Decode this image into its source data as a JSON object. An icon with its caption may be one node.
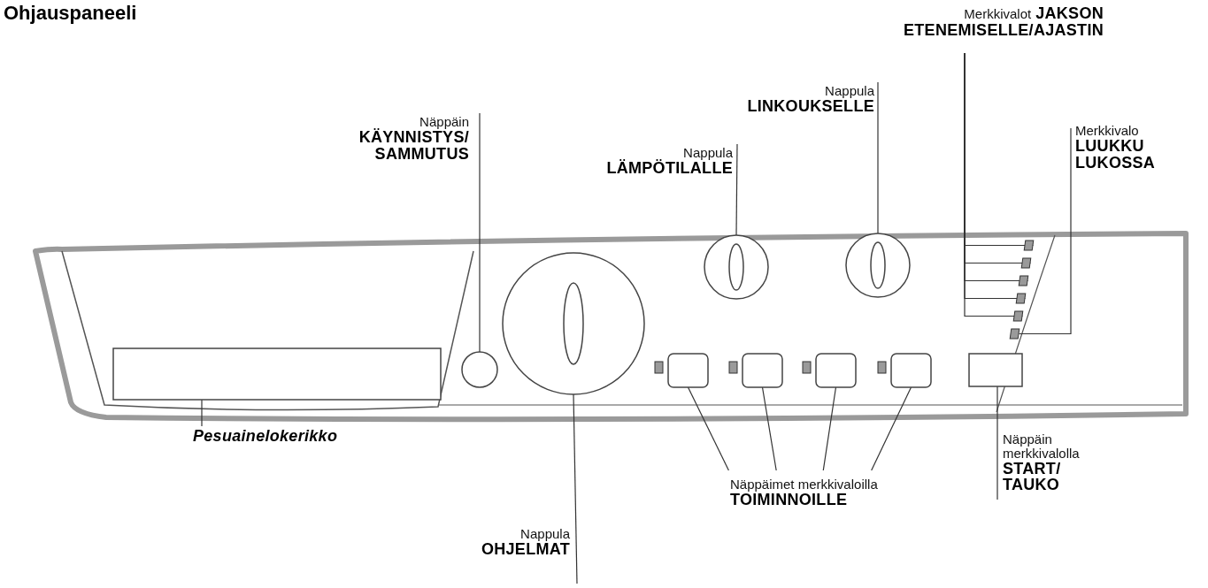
{
  "diagram": {
    "title": "Ohjauspaneeli",
    "nodes": [
      {
        "text": [
          "Näppäin",
          "KÄYNNISTYS/ SAMMUTUS"
        ]
      },
      {
        "text": [
          "Nappula",
          "LÄMPÖTILALLE"
        ]
      },
      {
        "text": [
          "Nappula",
          "LINKOUKSELLE"
        ]
      },
      {
        "text": [
          "Merkkivalot",
          "JAKSON ETENEMISELLE/AJASTIN"
        ]
      },
      {
        "text": [
          "Merkkivalo",
          "LUUKKU LUKOSSA"
        ]
      },
      {
        "text": [
          "Pesuainelokerikko"
        ]
      },
      {
        "text": [
          "Näppäimet merkkivaloilla",
          "TOIMINNOILLE"
        ]
      },
      {
        "text": [
          "Näppäin merkkivalolla",
          "START/ TAUKO"
        ]
      },
      {
        "text": [
          "Nappula",
          "OHJELMAT"
        ]
      },
      {
        "text": [],
        "shape": "box"
      },
      {
        "text": [],
        "shape": "circle"
      },
      {
        "text": [],
        "shape": "circle"
      },
      {
        "text": [],
        "shape": "circle"
      },
      {
        "text": [],
        "shape": "circle"
      },
      {
        "text": [],
        "shape": "box"
      },
      {
        "text": [],
        "shape": "box"
      },
      {
        "text": [],
        "shape": "box"
      },
      {
        "text": [],
        "shape": "box"
      },
      {
        "text": [],
        "shape": "box"
      },
      {
        "text": [],
        "shape": "box"
      },
      {
        "text": [],
        "shape": "box"
      },
      {
        "text": [],
        "shape": "box"
      },
      {
        "text": [],
        "shape": "box"
      },
      {
        "text": [],
        "shape": "box"
      },
      {
        "text": [],
        "shape": "box"
      }
    ],
    "edges": [
      {
        "from": 0,
        "to": 10,
        "arrow": "none"
      },
      {
        "from": 1,
        "to": 12,
        "arrow": "none"
      },
      {
        "from": 2,
        "to": 13,
        "arrow": "none"
      },
      {
        "from": 3,
        "to": 14,
        "arrow": "none"
      },
      {
        "from": 3,
        "to": 15,
        "arrow": "none"
      },
      {
        "from": 3,
        "to": 16,
        "arrow": "none"
      },
      {
        "from": 3,
        "to": 17,
        "arrow": "none"
      },
      {
        "from": 3,
        "to": 18,
        "arrow": "none"
      },
      {
        "from": 4,
        "to": 19,
        "arrow": "none"
      },
      {
        "from": 5,
        "to": 9,
        "arrow": "none"
      },
      {
        "from": 6,
        "to": 20,
        "arrow": "none"
      },
      {
        "from": 6,
        "to": 21,
        "arrow": "none"
      },
      {
        "from": 6,
        "to": 22,
        "arrow": "none"
      },
      {
        "from": 6,
        "to": 23,
        "arrow": "none"
      },
      {
        "from": 7,
        "to": 24,
        "arrow": "none"
      },
      {
        "from": 8,
        "to": 11,
        "arrow": "none"
      }
    ]
  }
}
